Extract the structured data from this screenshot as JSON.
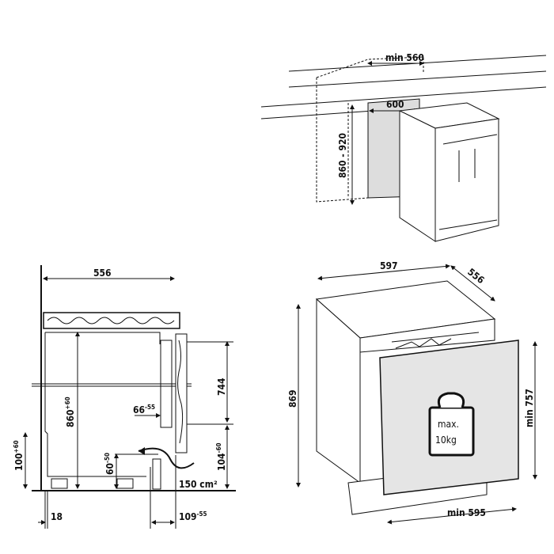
{
  "niche_view": {
    "width_min": "min 560",
    "width": "600",
    "height": "860 - 920"
  },
  "side_section": {
    "depth": "556",
    "height": "860",
    "height_tol": "+60",
    "door_height": "744",
    "plinth_gap": "104",
    "plinth_gap_tol": "-60",
    "plinth_height": "100",
    "plinth_height_tol": "+60",
    "foot_height": "60",
    "foot_height_tol": "-50",
    "offset": "66",
    "offset_tol": "-55",
    "vent_area": "150 cm²",
    "wall_gap": "18",
    "front_depth": "109",
    "front_depth_tol": "-55"
  },
  "front_view": {
    "width": "597",
    "depth": "556",
    "height": "869",
    "door_height": "min 757",
    "door_width": "min 595",
    "weight_label_line1": "max.",
    "weight_label_line2": "10kg"
  }
}
